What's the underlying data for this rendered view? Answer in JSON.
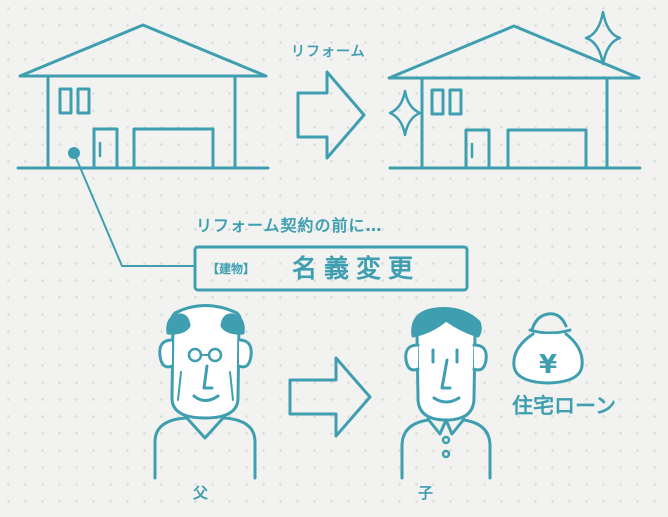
{
  "labels": {
    "reform": "リフォーム",
    "before_contract": "リフォーム契約の前に…",
    "building_bracket": "【建物】",
    "name_change": "名義変更",
    "mortgage": "住宅ローン",
    "father": "父",
    "son": "子"
  },
  "money_bag": {
    "symbol": "¥"
  },
  "colors": {
    "line": "#3f9fb1",
    "text": "#3f9fb1",
    "skin": "#ffffff",
    "background": "#f2f3f1"
  }
}
